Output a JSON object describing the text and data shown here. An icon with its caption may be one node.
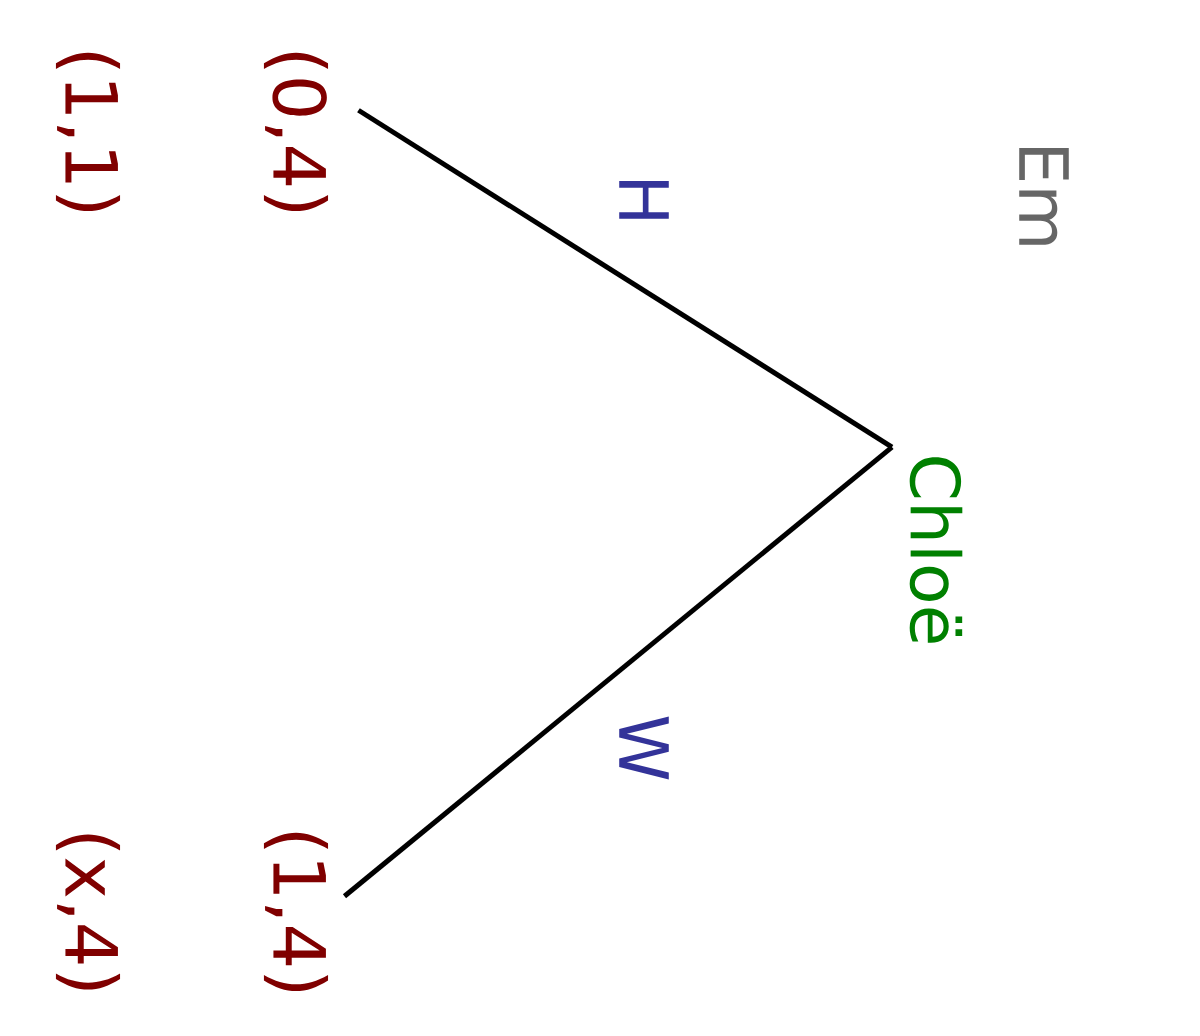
{
  "diagram": {
    "nodes": [
      {
        "text": [
          "Chloë"
        ]
      },
      {
        "text": [
          "(0,4)",
          "(1,1)"
        ]
      },
      {
        "text": [
          "(1,4)",
          "(x,4)"
        ]
      }
    ],
    "edges": [
      {
        "from": 0,
        "to": 1,
        "arrow": "none",
        "label": "H"
      },
      {
        "from": 0,
        "to": 2,
        "arrow": "none",
        "label": "W"
      }
    ],
    "labels": [
      "Em"
    ]
  }
}
